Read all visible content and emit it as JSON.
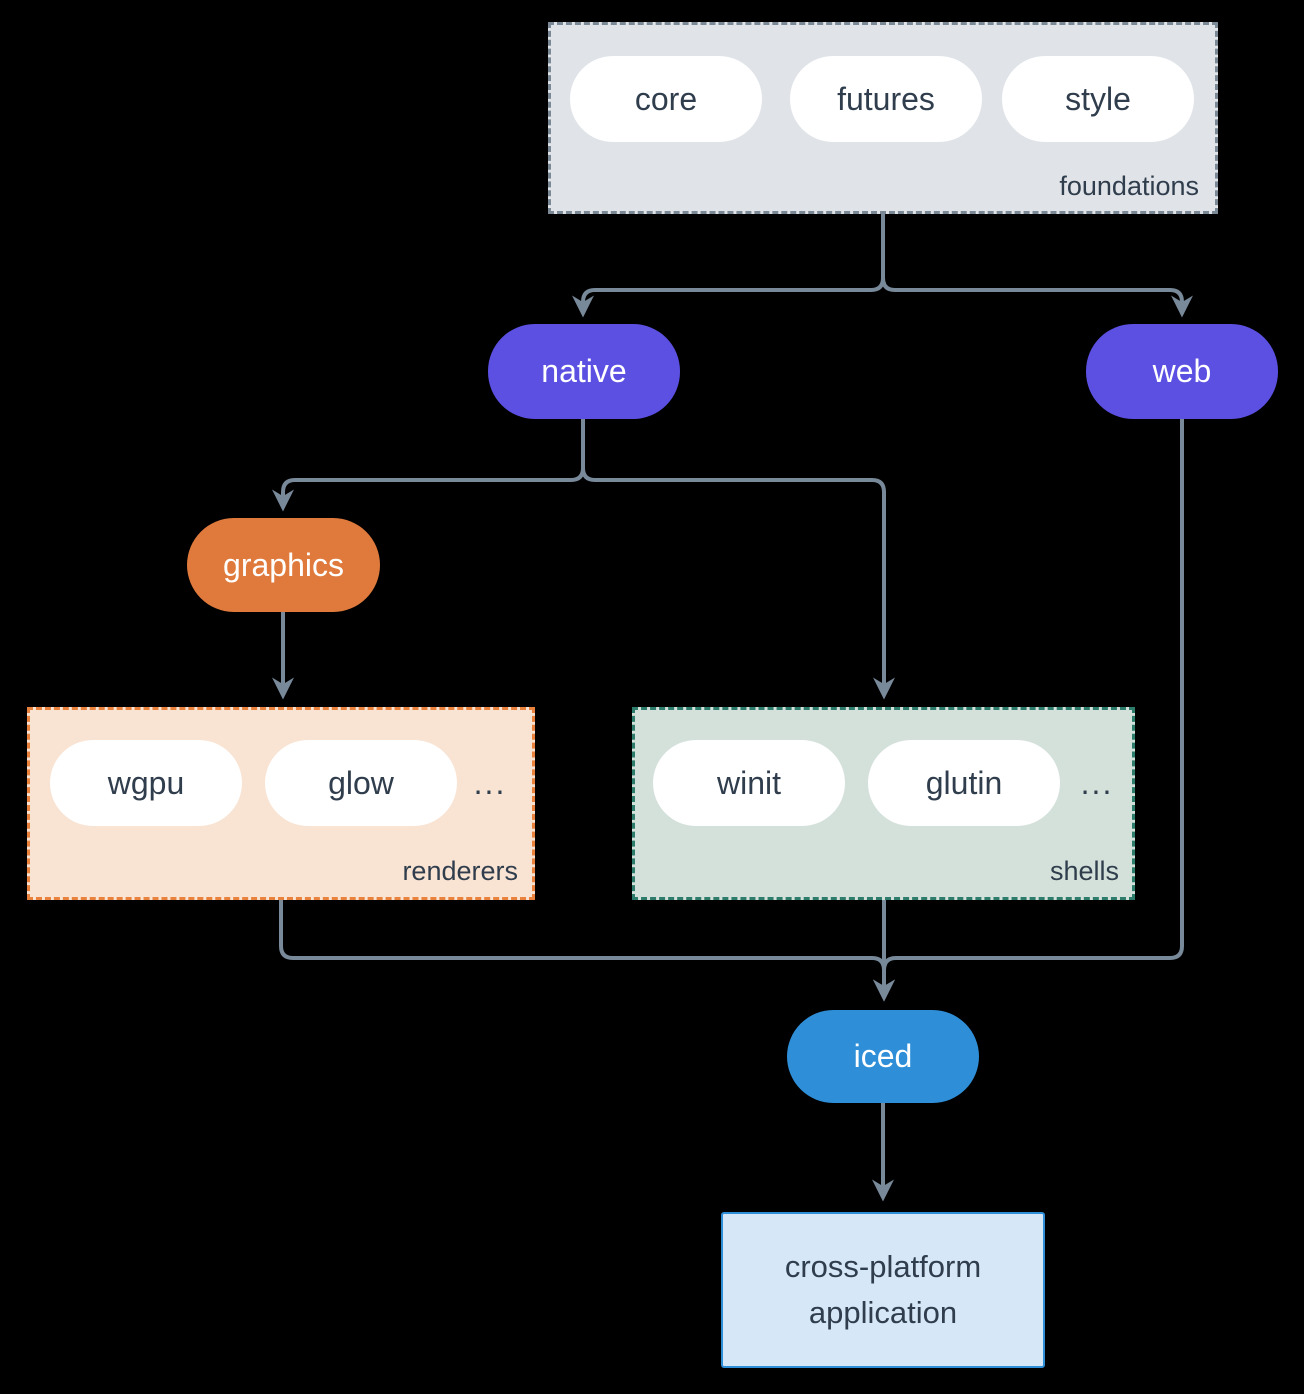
{
  "colors": {
    "background": "#000000",
    "arrow": "#78899A",
    "node_text_dark": "#2F3D4C",
    "node_text_light": "#FFFFFF",
    "purple": "#5B50E2",
    "orange": "#E07A3C",
    "blue": "#2E8FD8",
    "foundations_fill": "#E0E4E8",
    "foundations_border": "#7A8995",
    "renderers_fill": "#F9E3D3",
    "renderers_border": "#E8823C",
    "shells_fill": "#D4E1DB",
    "shells_border": "#2E7D6C",
    "app_fill": "#D6E7F8",
    "app_border": "#2E8FD8",
    "pill_fill": "#FFFFFF"
  },
  "foundations": {
    "label": "foundations",
    "pills": [
      "core",
      "futures",
      "style"
    ]
  },
  "native": {
    "label": "native"
  },
  "web": {
    "label": "web"
  },
  "graphics": {
    "label": "graphics"
  },
  "renderers": {
    "label": "renderers",
    "pills": [
      "wgpu",
      "glow"
    ],
    "ellipsis": "..."
  },
  "shells": {
    "label": "shells",
    "pills": [
      "winit",
      "glutin"
    ],
    "ellipsis": "..."
  },
  "iced": {
    "label": "iced"
  },
  "application": {
    "line1": "cross-platform",
    "line2": "application"
  }
}
